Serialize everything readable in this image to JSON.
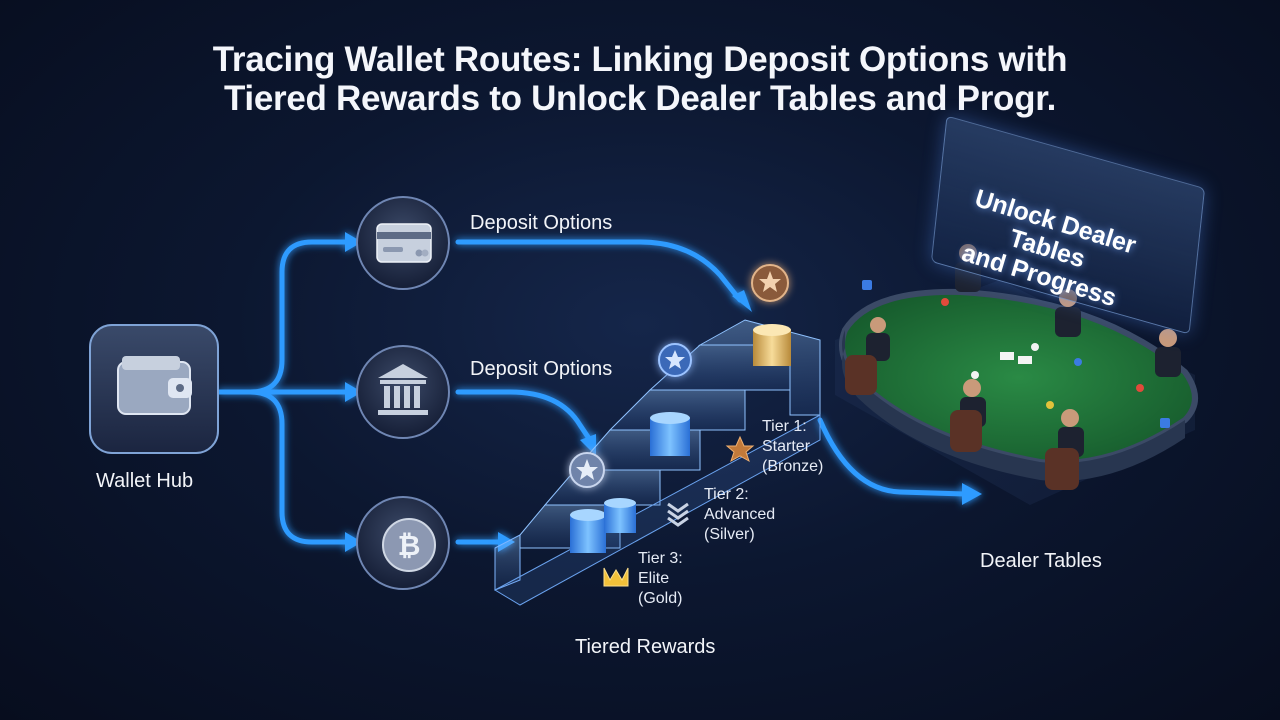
{
  "title_line1": "Tracing Wallet Routes: Linking Deposit Options with",
  "title_line2": "Tiered Rewards to Unlock Dealer Tables and Progr.",
  "wallet_hub": {
    "label": "Wallet Hub",
    "icon": "wallet-icon"
  },
  "deposit_nodes": [
    {
      "icon": "credit-card-icon",
      "label": "Deposit Options"
    },
    {
      "icon": "bank-icon",
      "label": "Deposit Options"
    },
    {
      "icon": "bitcoin-icon",
      "label": ""
    }
  ],
  "tiers": {
    "section_label": "Tiered Rewards",
    "items": [
      {
        "line1": "Tier 1:",
        "line2": "Starter",
        "line3": "(Bronze)",
        "icon": "bronze-star-icon"
      },
      {
        "line1": "Tier 2:",
        "line2": "Advanced",
        "line3": "(Silver)",
        "icon": "silver-chevron-icon"
      },
      {
        "line1": "Tier 3:",
        "line2": "Elite",
        "line3": "(Gold)",
        "icon": "gold-crown-icon"
      }
    ]
  },
  "dealer_tables": {
    "label": "Dealer Tables",
    "banner_line1": "Unlock Dealer Tables",
    "banner_line2": "and Progress"
  },
  "colors": {
    "flow": "#2f9bff",
    "glow": "#5bb8ff",
    "table_felt": "#1f7a3a",
    "bronze": "#c27a3a",
    "gold": "#f2c13a"
  }
}
